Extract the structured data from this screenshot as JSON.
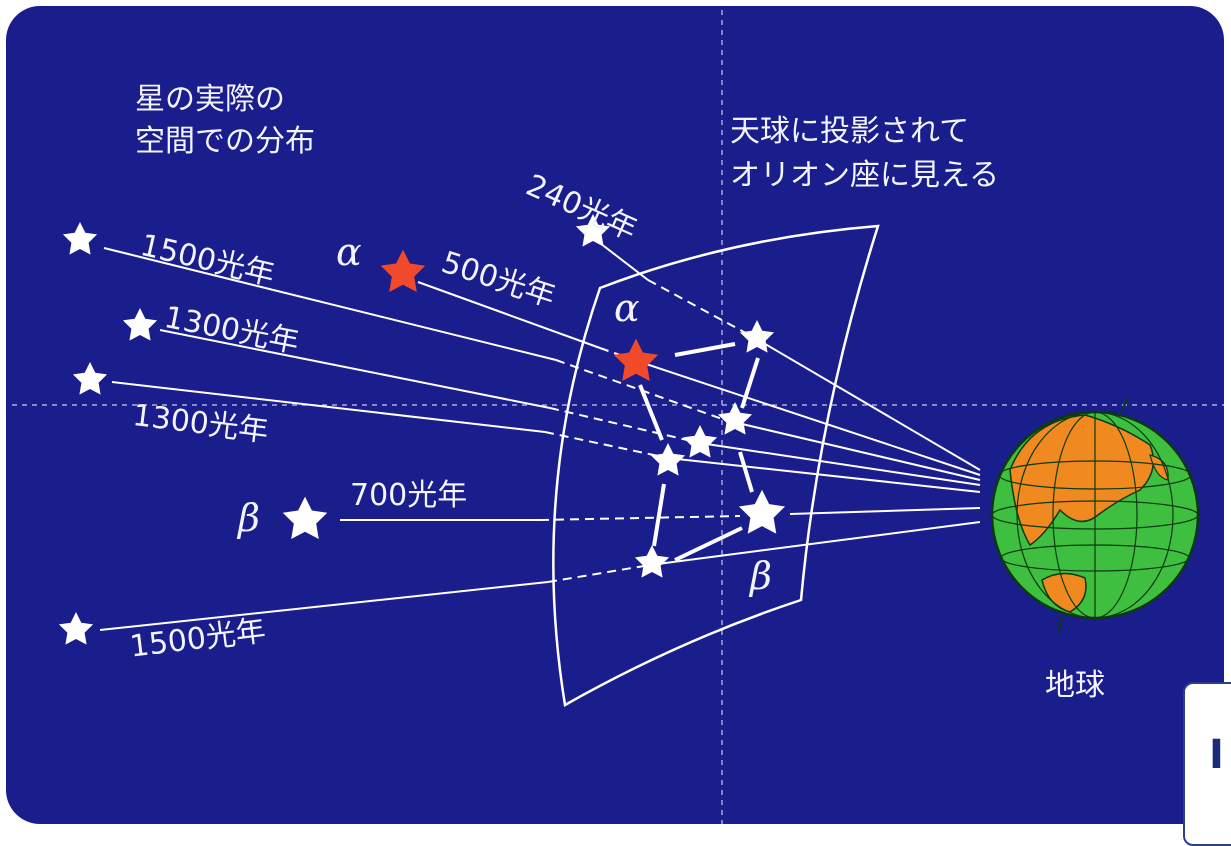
{
  "labels": {
    "actual_distribution_line1": "星の実際の",
    "actual_distribution_line2": "空間での分布",
    "projected_line1": "天球に投影されて",
    "projected_line2": "オリオン座に見える",
    "earth": "地球"
  },
  "distances": {
    "d240": "240光年",
    "d1500_top": "1500光年",
    "d500": "500光年",
    "d1300_a": "1300光年",
    "d1300_b": "1300光年",
    "d700": "700光年",
    "d1500_bottom": "1500光年"
  },
  "greek": {
    "alpha_space": "α",
    "alpha_sphere": "α",
    "beta_space": "β",
    "beta_sphere": "β"
  },
  "corner_box_text": "I",
  "colors": {
    "background": "#1a1d8c",
    "star_white": "#ffffff",
    "star_red": "#f04a2a",
    "earth_ocean": "#3fbf3f",
    "earth_land": "#f08a20"
  }
}
